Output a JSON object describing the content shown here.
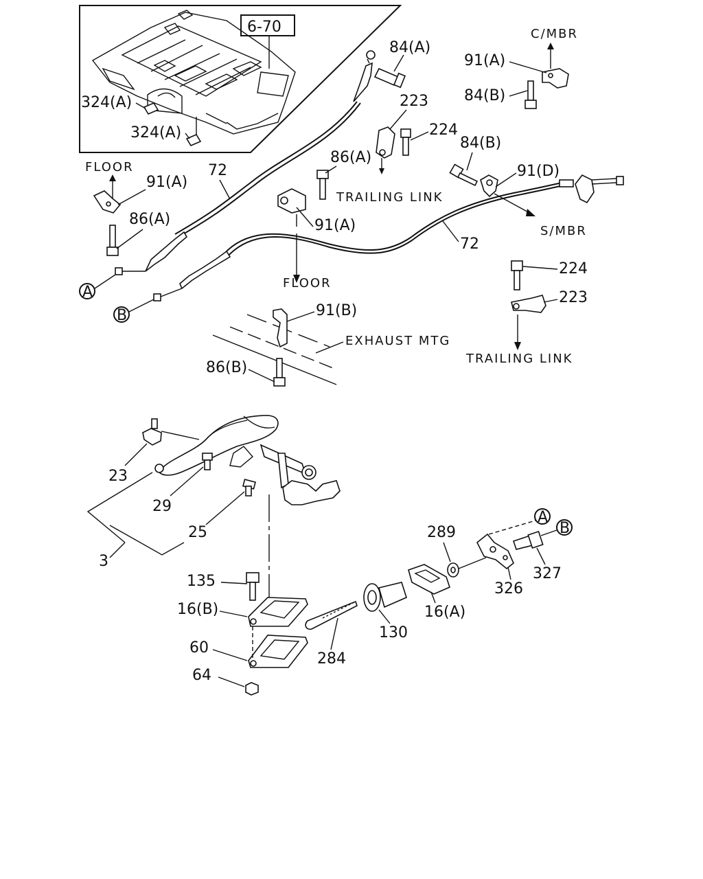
{
  "inset": {
    "ref_box": "6-70",
    "labels": [
      "324(A)",
      "324(A)"
    ]
  },
  "callouts": {
    "p84A": "84(A)",
    "p91A_top": "91(A)",
    "p84B_top": "84(B)",
    "p223_top": "223",
    "p224_top": "224",
    "p84B_mid": "84(B)",
    "p86A_mid": "86(A)",
    "p91D": "91(D)",
    "p91A_left": "91(A)",
    "p72_left": "72",
    "p86A_left": "86(A)",
    "p91A_mid": "91(A)",
    "p72_right": "72",
    "p224_right": "224",
    "p223_right": "223",
    "p91B": "91(B)",
    "p86B": "86(B)",
    "p23": "23",
    "p29": "29",
    "p25": "25",
    "p3": "3",
    "p289": "289",
    "p327": "327",
    "p326": "326",
    "p135": "135",
    "p16B": "16(B)",
    "p16A": "16(A)",
    "p130": "130",
    "p60": "60",
    "p284": "284",
    "p64": "64"
  },
  "directions": {
    "c_mbr": "C/MBR",
    "floor_left": "FLOOR",
    "trailing_link_top": "TRAILING LINK",
    "s_mbr": "S/MBR",
    "floor_mid": "FLOOR",
    "exhaust_mtg": "EXHAUST MTG",
    "trailing_link_bottom": "TRAILING LINK"
  },
  "connectors": {
    "A_left": "A",
    "B_left": "B",
    "A_right": "A",
    "B_right": "B"
  }
}
